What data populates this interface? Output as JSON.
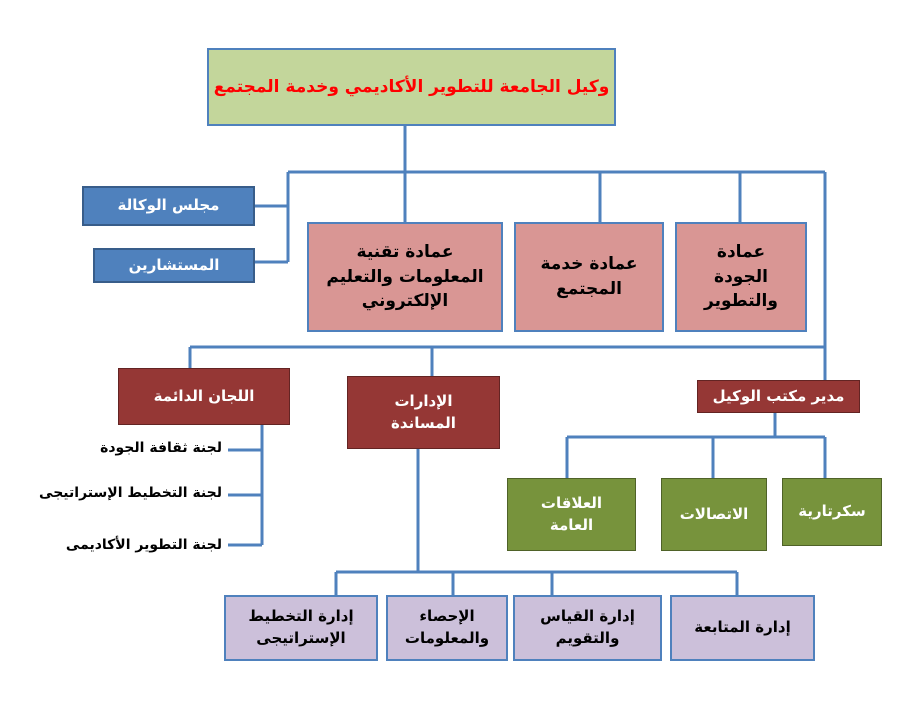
{
  "diagram": {
    "top": "وكيل الجامعة للتطوير الأكاديمي وخدمة المجتمع",
    "side_boxes": {
      "council": "مجلس الوكالة",
      "advisors": "المستشارين"
    },
    "deanships": {
      "it": "عمادة تقنية المعلومات والتعليم الإلكتروني",
      "community": "عمادة خدمة المجتمع",
      "quality": "عمادة الجودة والتطوير"
    },
    "level3": {
      "committees": "اللجان الدائمة",
      "support": "الإدارات المساندة",
      "office_manager": "مدير مكتب الوكيل"
    },
    "committees": [
      "لجنة ثقافة الجودة",
      "لجنة التخطيط الإستراتيجى",
      "لجنة التطوير الأكاديمى"
    ],
    "office_units": {
      "public_relations": "العلاقات العامة",
      "communications": "الاتصالات",
      "secretariat": "سكرتارية"
    },
    "support_departments": {
      "strategic_planning": "إدارة التخطيط الإستراتيجى",
      "statistics": "الإحصاء والمعلومات",
      "assessment": "إدارة القياس والتقويم",
      "followup": "إدارة المتابعة"
    },
    "colors": {
      "connector": "#4f81bd",
      "top_fill": "#c3d69b",
      "top_text": "#ff0000",
      "deanship_fill": "#d99694",
      "side_fill": "#4f81bd",
      "level3_fill": "#953735",
      "office_unit_fill": "#77933c",
      "department_fill": "#ccc0da"
    }
  }
}
